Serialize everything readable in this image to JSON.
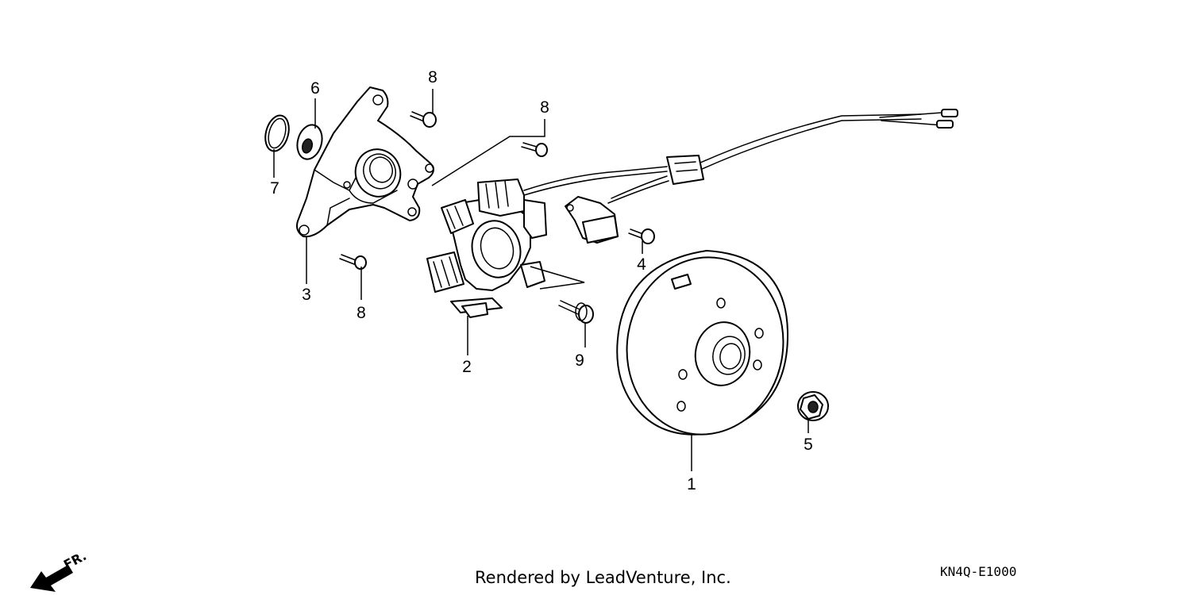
{
  "callouts": {
    "p1": "1",
    "p2": "2",
    "p3": "3",
    "p4": "4",
    "p5": "5",
    "p6": "6",
    "p7": "7",
    "p8a": "8",
    "p8b": "8",
    "p8c": "8",
    "p9": "9"
  },
  "direction_label": "FR.",
  "footer": {
    "credit": "Rendered by LeadVenture, Inc.",
    "code": "KN4Q-E1000"
  },
  "colors": {
    "line": "#000000",
    "background": "#ffffff"
  },
  "icons": [
    "front-direction-arrow-icon"
  ]
}
